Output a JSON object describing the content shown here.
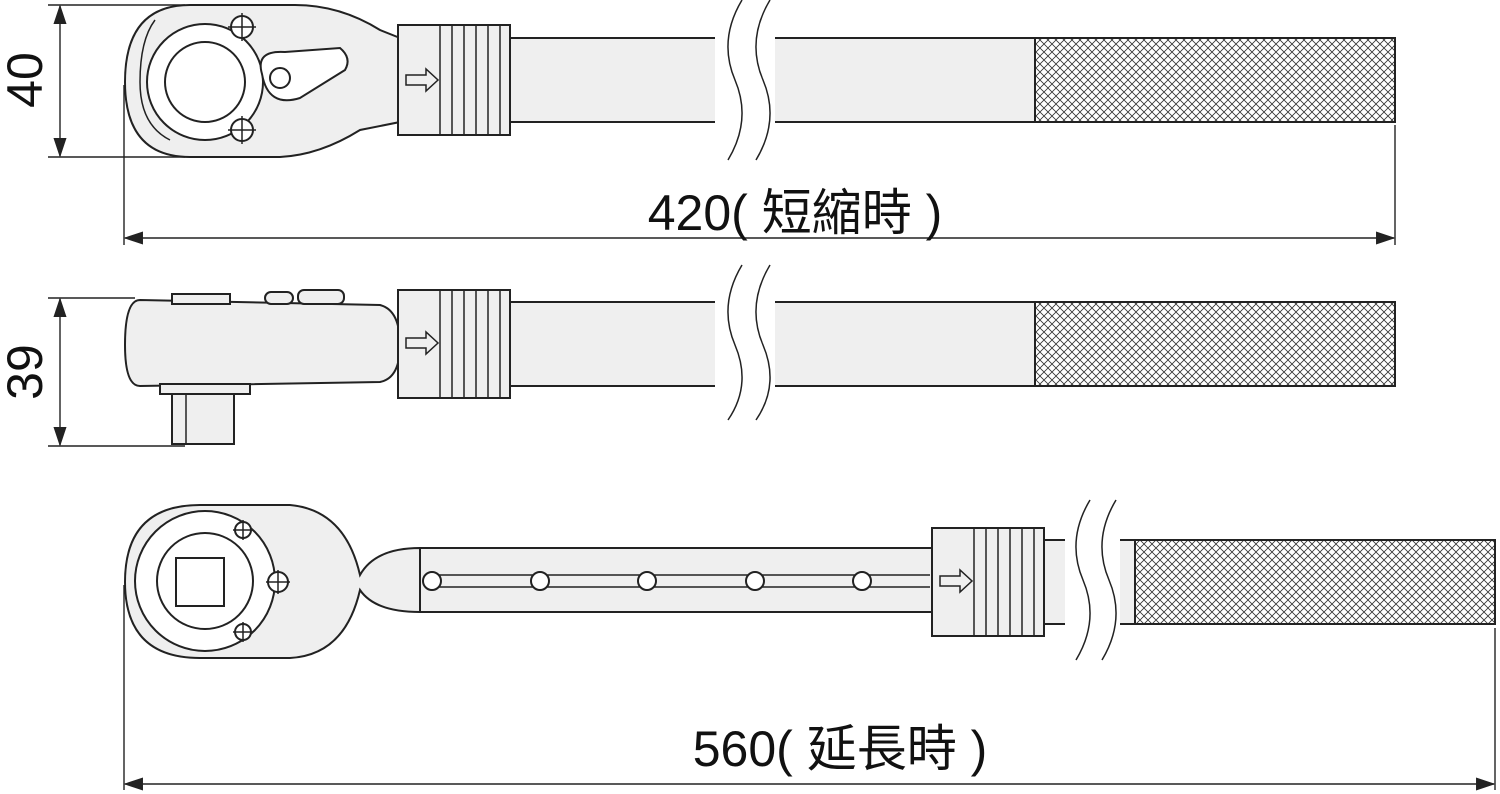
{
  "dimensions": {
    "height_top": "40",
    "height_side": "39",
    "length_short": "420( 短縮時 )",
    "length_long": "560( 延長時 )"
  },
  "views": {
    "top": "top-view-retracted",
    "side": "side-view-retracted",
    "extended": "top-view-extended"
  },
  "colors": {
    "line": "#222222",
    "fill": "#efefef",
    "background": "#ffffff"
  },
  "icons": {
    "direction_arrow": "right-arrow-icon",
    "screw": "screw-icon",
    "knurl": "knurled-grip"
  }
}
